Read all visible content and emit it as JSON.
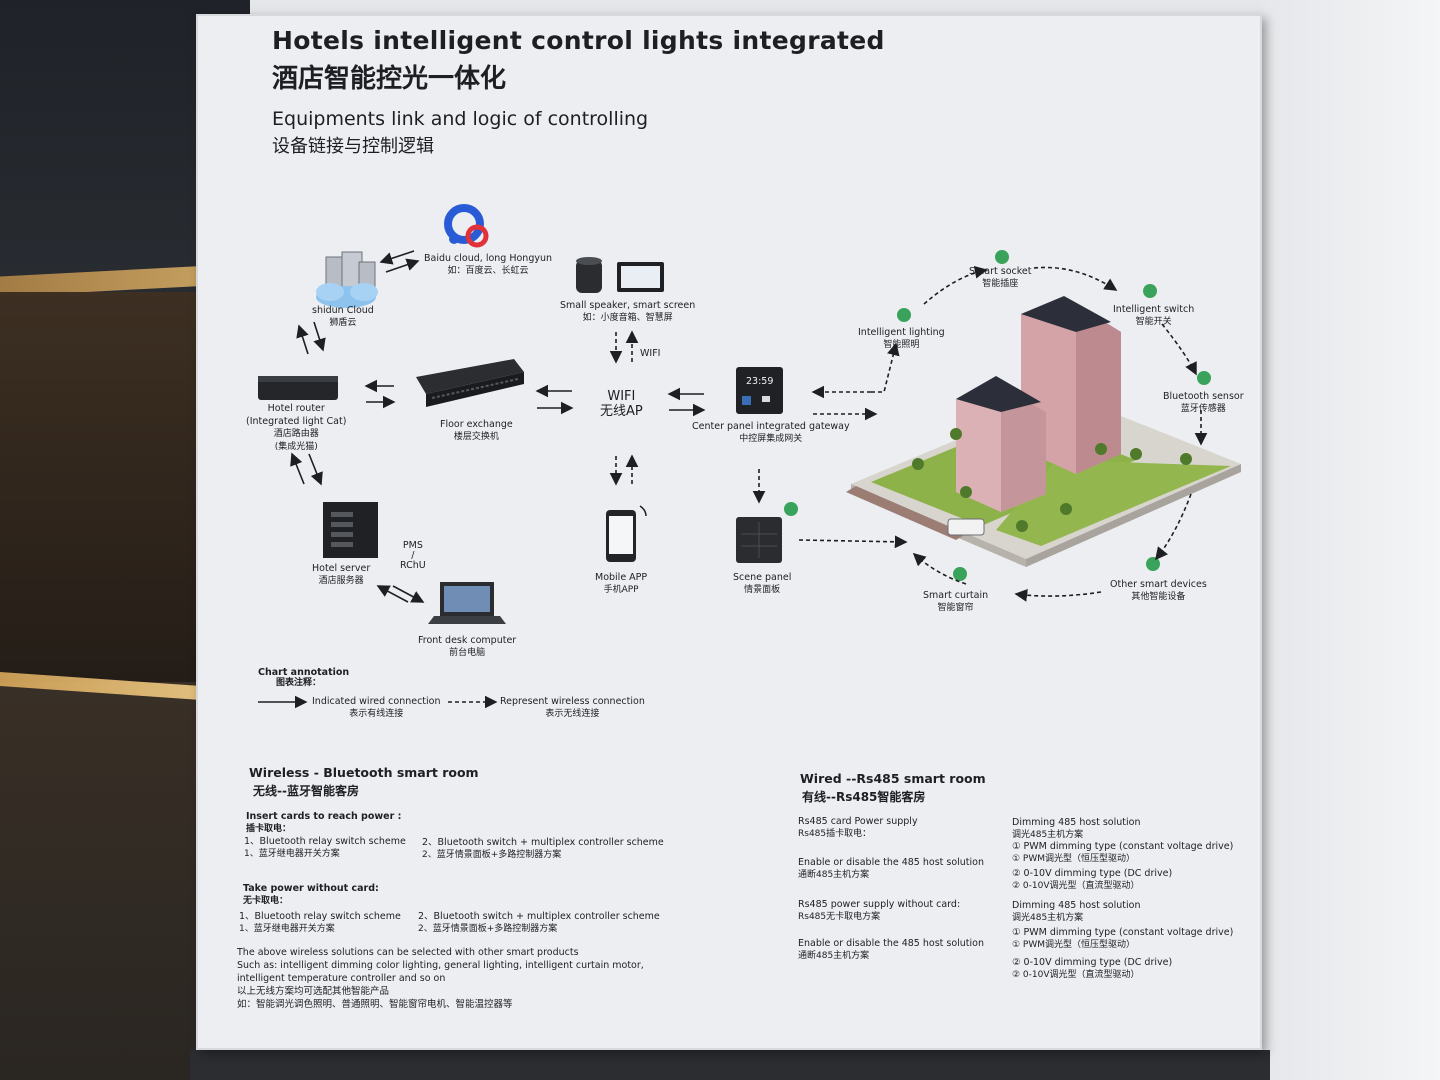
{
  "header": {
    "title_en": "Hotels intelligent control lights integrated",
    "title_zh": "酒店智能控光一体化",
    "subtitle_en": "Equipments link and logic of controlling",
    "subtitle_zh": "设备链接与控制逻辑"
  },
  "nodes": {
    "baidu": {
      "en": "Baidu cloud, long Hongyun",
      "zh": "如：百度云、长虹云"
    },
    "shidun": {
      "en": "shidun Cloud",
      "zh": "狮盾云"
    },
    "speaker": {
      "en": "Small speaker, smart screen",
      "zh": "如：小度音箱、智慧屏"
    },
    "wifi_small": "WIFI",
    "router": {
      "en1": "Hotel router",
      "en2": "(Integrated light Cat)",
      "zh1": "酒店路由器",
      "zh2": "(集成光猫)"
    },
    "floor_exchange": {
      "en": "Floor exchange",
      "zh": "楼层交换机"
    },
    "wifi_ap": {
      "en": "WIFI",
      "zh": "无线AP"
    },
    "gateway": {
      "en": "Center panel integrated gateway",
      "zh": "中控屏集成网关",
      "clock": "23:59"
    },
    "server": {
      "en": "Hotel server",
      "zh": "酒店服务器"
    },
    "pms": {
      "l1": "PMS",
      "l2": "/",
      "l3": "RChU"
    },
    "front_desk": {
      "en": "Front desk computer",
      "zh": "前台电脑"
    },
    "mobile": {
      "en": "Mobile APP",
      "zh": "手机APP"
    },
    "scene": {
      "en": "Scene panel",
      "zh": "情景面板"
    },
    "smart_socket": {
      "en": "Smart socket",
      "zh": "智能插座"
    },
    "intel_switch": {
      "en": "Intelligent switch",
      "zh": "智能开关"
    },
    "intel_light": {
      "en": "Intelligent lighting",
      "zh": "智能照明"
    },
    "bt_sensor": {
      "en": "Bluetooth sensor",
      "zh": "蓝牙传感器"
    },
    "curtain": {
      "en": "Smart curtain",
      "zh": "智能窗帘"
    },
    "other": {
      "en": "Other smart devices",
      "zh": "其他智能设备"
    }
  },
  "legend": {
    "title_en": "Chart annotation",
    "title_zh": "图表注释：",
    "wired_en": "Indicated wired connection",
    "wired_zh": "表示有线连接",
    "wireless_en": "Represent wireless connection",
    "wireless_zh": "表示无线连接"
  },
  "wireless": {
    "title_en": "Wireless - Bluetooth smart room",
    "title_zh": "无线--蓝牙智能客房",
    "insert_en": "Insert cards to reach power :",
    "insert_zh": "插卡取电：",
    "i1_en": "1、Bluetooth relay switch scheme",
    "i1_zh": "1、蓝牙继电器开关方案",
    "i2_en": "2、Bluetooth switch + multiplex controller scheme",
    "i2_zh": "2、蓝牙情景面板+多路控制器方案",
    "take_en": "Take power without card:",
    "take_zh": "无卡取电：",
    "t1_en": "1、Bluetooth relay switch scheme",
    "t1_zh": "1、蓝牙继电器开关方案",
    "t2_en": "2、Bluetooth switch + multiplex controller scheme",
    "t2_zh": "2、蓝牙情景面板+多路控制器方案",
    "note1": "The above wireless solutions can be selected with other smart products",
    "note2": "Such as: intelligent dimming color lighting, general lighting, intelligent curtain motor,",
    "note3": "intelligent temperature controller and so on",
    "note4": "以上无线方案均可选配其他智能产品",
    "note5": "如：智能调光调色照明、普通照明、智能窗帘电机、智能温控器等"
  },
  "wired": {
    "title_en": "Wired --Rs485 smart room",
    "title_zh": "有线--Rs485智能客房",
    "a1_en": "Rs485 card Power supply",
    "a1_zh": "Rs485插卡取电：",
    "a2_en": "Enable or disable the 485 host solution",
    "a2_zh": "通断485主机方案",
    "a3_en": "Rs485 power supply without card:",
    "a3_zh": "Rs485无卡取电方案",
    "a4_en": "Enable or disable the 485 host solution",
    "a4_zh": "通断485主机方案",
    "b1_en": "Dimming 485 host solution",
    "b1_zh": "调光485主机方案",
    "b2_en": "① PWM dimming type (constant voltage drive)",
    "b2_zh": "① PWM调光型（恒压型驱动）",
    "b3_en": "② 0-10V dimming type (DC drive)",
    "b3_zh": "② 0-10V调光型（直流型驱动）",
    "c1_en": "Dimming 485 host solution",
    "c1_zh": "调光485主机方案",
    "c2_en": "① PWM dimming type (constant voltage drive)",
    "c2_zh": "① PWM调光型（恒压型驱动）",
    "c3_en": "② 0-10V dimming type (DC drive)",
    "c3_zh": "② 0-10V调光型（直流型驱动）"
  },
  "colors": {
    "bluetooth": "#3aa35b",
    "ink": "#1d1f22",
    "baidu_blue": "#2a5bd7",
    "baidu_red": "#e0323a"
  }
}
